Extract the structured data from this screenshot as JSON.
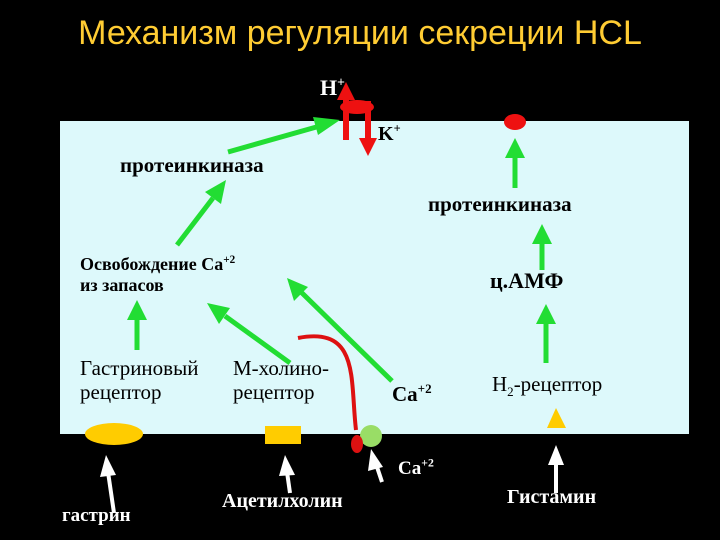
{
  "title": "Механизм регуляции секреции HCL",
  "labels": {
    "h_ion": "H",
    "h_ion_sup": "+",
    "k_ion": "K",
    "k_ion_sup": "+",
    "proteinkinase_left": "протеинкиназа",
    "proteinkinase_right": "протеинкиназа",
    "ca_release_line1": "Освобождение Ca",
    "ca_release_sup": "+2",
    "ca_release_line2": "из запасов",
    "camp": "ц.АМФ",
    "gastrin_receptor_line1": "Гастриновый",
    "gastrin_receptor_line2": "рецептор",
    "m_receptor_line1": "М-холино-",
    "m_receptor_line2": "рецептор",
    "ca_inside": "Ca",
    "ca_inside_sup": "+2",
    "h2_receptor_prefix": "H",
    "h2_receptor_sub": "2",
    "h2_receptor_suffix": "-рецептор",
    "ca_outside": "Ca",
    "ca_outside_sup": "+2",
    "gastrin": "гастрин",
    "acetylcholine": "Ацетилхолин",
    "histamine": "Гистамин"
  },
  "colors": {
    "background": "#000000",
    "title": "#ffcc33",
    "cell": "#ddf9fb",
    "arrow_green": "#22dd33",
    "pump_red": "#ee1111",
    "channel_red": "#dd1111",
    "gastrin_receptor": "#ffcc00",
    "m_receptor": "#ffcc00",
    "h2_receptor": "#ffcc00",
    "channel_green": "#99dd66"
  }
}
